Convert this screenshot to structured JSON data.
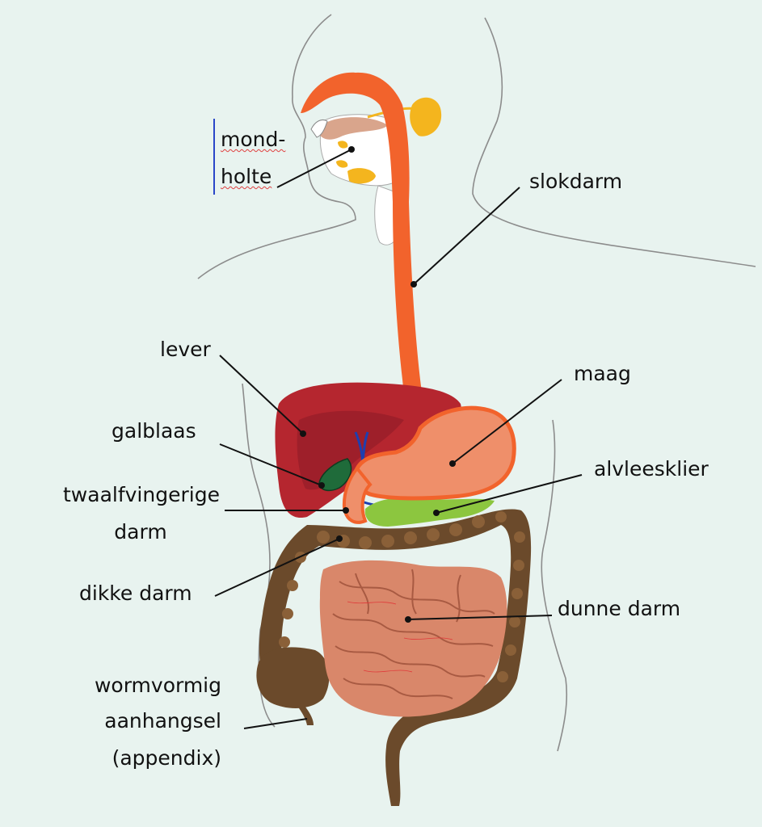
{
  "labels": {
    "mondholte_1": "mond-",
    "mondholte_2": "holte",
    "slokdarm": "slokdarm",
    "lever": "lever",
    "maag": "maag",
    "galblaas": "galblaas",
    "alvleesklier": "alvleesklier",
    "twaalfvingerige_1": "twaalfvingerige",
    "twaalfvingerige_2": "darm",
    "dikke_darm": "dikke darm",
    "dunne_darm": "dunne darm",
    "appendix_1": "wormvormig",
    "appendix_2": "aanhangsel",
    "appendix_3": "(appendix)"
  },
  "colors": {
    "background": "#e8f3ef",
    "esophagus": "#f2632c",
    "liver": "#b5262f",
    "stomach": "#ef8f6a",
    "small_intestine": "#d9876a",
    "large_intestine": "#6b4a2b",
    "gallbladder": "#1f6b3a",
    "pancreas": "#8cc63f",
    "salivary": "#f4b51e"
  }
}
